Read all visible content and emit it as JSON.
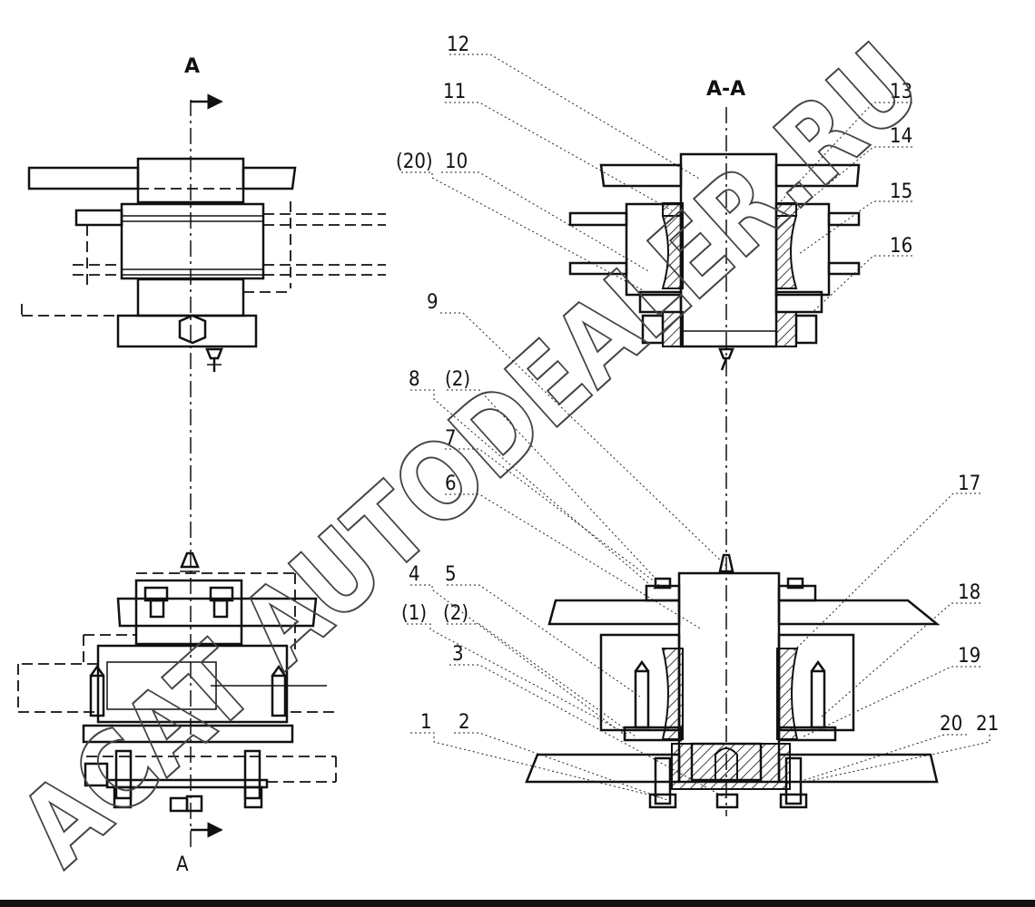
{
  "section_marks": {
    "top": "A",
    "bottom": "A",
    "view_title": "A-A"
  },
  "callouts": [
    {
      "id": "c12",
      "text": "12"
    },
    {
      "id": "c11",
      "text": "11"
    },
    {
      "id": "c13",
      "text": "13"
    },
    {
      "id": "c20p",
      "text": "(20)"
    },
    {
      "id": "c10",
      "text": "10"
    },
    {
      "id": "c14",
      "text": "14"
    },
    {
      "id": "c15",
      "text": "15"
    },
    {
      "id": "c16",
      "text": "16"
    },
    {
      "id": "c9",
      "text": "9"
    },
    {
      "id": "c8",
      "text": "8"
    },
    {
      "id": "c2p_top",
      "text": "(2)"
    },
    {
      "id": "c7",
      "text": "7"
    },
    {
      "id": "c6",
      "text": "6"
    },
    {
      "id": "c17",
      "text": "17"
    },
    {
      "id": "c4",
      "text": "4"
    },
    {
      "id": "c5",
      "text": "5"
    },
    {
      "id": "c1p",
      "text": "(1)"
    },
    {
      "id": "c2p",
      "text": "(2)"
    },
    {
      "id": "c18",
      "text": "18"
    },
    {
      "id": "c3",
      "text": "3"
    },
    {
      "id": "c19",
      "text": "19"
    },
    {
      "id": "c1",
      "text": "1"
    },
    {
      "id": "c2",
      "text": "2"
    },
    {
      "id": "c20",
      "text": "20"
    },
    {
      "id": "c21",
      "text": "21"
    }
  ],
  "watermark": "ACAT AUTODEALER.RU",
  "colors": {
    "ink": "#111111",
    "background": "#ffffff"
  }
}
